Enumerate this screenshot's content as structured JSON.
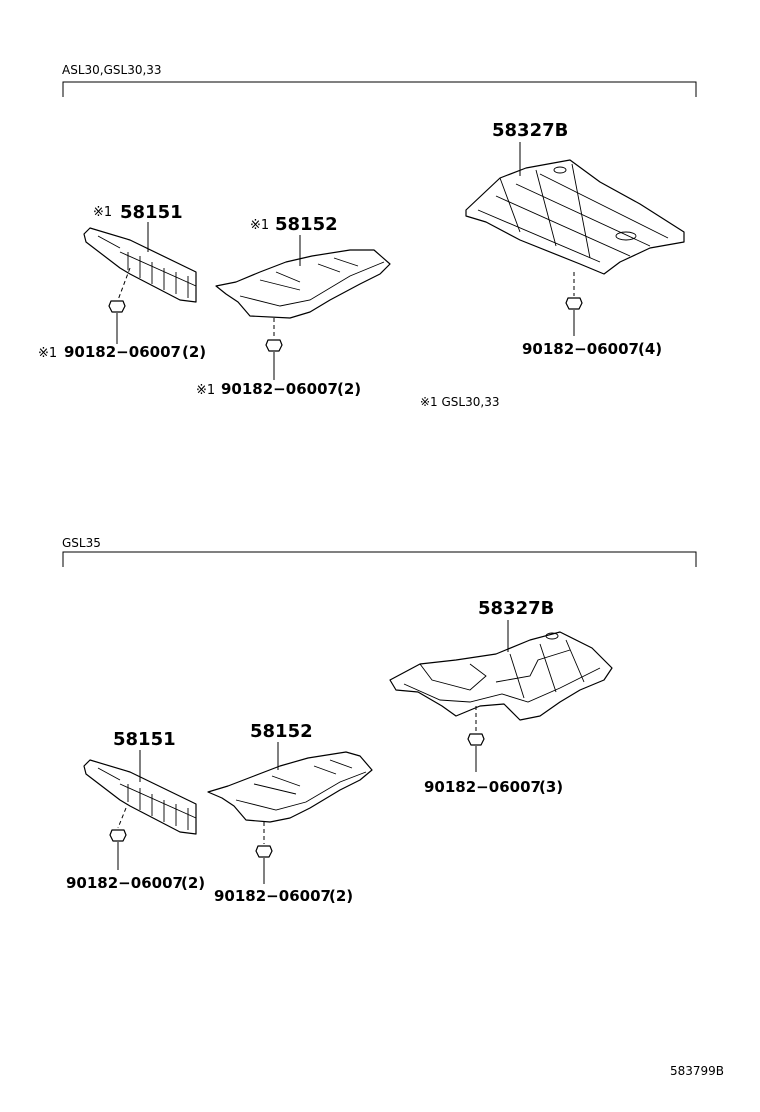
{
  "sections": [
    {
      "title": "ASL30,GSL30,33",
      "note": "※1 GSL30,33",
      "parts": {
        "p1": {
          "mark": "※1",
          "number": "58151",
          "bolt_mark": "※1",
          "bolt": "90182−06007",
          "qty": "(2)"
        },
        "p2": {
          "mark": "※1",
          "number": "58152",
          "bolt_mark": "※1",
          "bolt": "90182−06007",
          "qty": "(2)"
        },
        "p3": {
          "number": "58327B",
          "bolt": "90182−06007",
          "qty": "(4)"
        }
      }
    },
    {
      "title": "GSL35",
      "parts": {
        "p1": {
          "number": "58151",
          "bolt": "90182−06007",
          "qty": "(2)"
        },
        "p2": {
          "number": "58152",
          "bolt": "90182−06007",
          "qty": "(2)"
        },
        "p3": {
          "number": "58327B",
          "bolt": "90182−06007",
          "qty": "(3)"
        }
      }
    }
  ],
  "drawing_id": "583799B"
}
